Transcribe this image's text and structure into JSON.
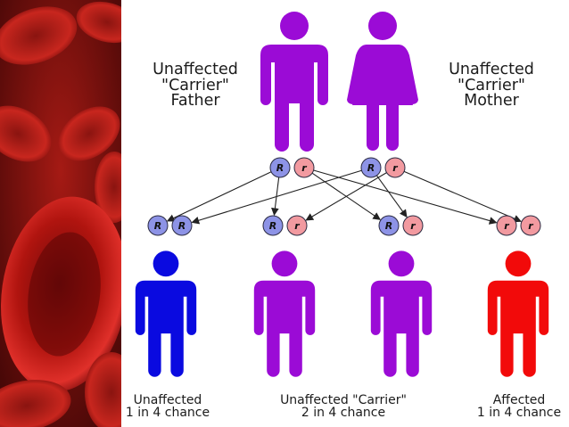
{
  "colors": {
    "carrier": "#9b0bd6",
    "unaffected": "#0a0ae0",
    "affected": "#f20a0a",
    "dominant_allele": "#8d93e6",
    "recessive_allele": "#f29aa0",
    "panel_background": "#7a1010"
  },
  "parents": {
    "father": {
      "line1": "Unaffected",
      "line2": "\"Carrier\"",
      "line3": "Father",
      "alleles": [
        "R",
        "r"
      ]
    },
    "mother": {
      "line1": "Unaffected",
      "line2": "\"Carrier\"",
      "line3": "Mother",
      "alleles": [
        "R",
        "r"
      ]
    }
  },
  "children": [
    {
      "alleles": [
        "R",
        "R"
      ],
      "color_key": "unaffected",
      "line1": "Unaffected",
      "line2": "1 in 4 chance"
    },
    {
      "alleles": [
        "R",
        "r"
      ],
      "color_key": "carrier",
      "line1": "",
      "line2": ""
    },
    {
      "alleles": [
        "R",
        "r"
      ],
      "color_key": "carrier",
      "line1": "",
      "line2": ""
    },
    {
      "alleles": [
        "r",
        "r"
      ],
      "color_key": "affected",
      "line1": "Affected",
      "line2": "1 in 4 chance"
    }
  ],
  "carrier_label": {
    "line1": "Unaffected \"Carrier\"",
    "line2": "2 in 4 chance"
  },
  "icons": {
    "decor": "red-blood-cells-image",
    "male": "male-figure-icon",
    "female": "female-figure-icon",
    "allele": "allele-circle-icon",
    "inheritance": "arrow-icon"
  }
}
